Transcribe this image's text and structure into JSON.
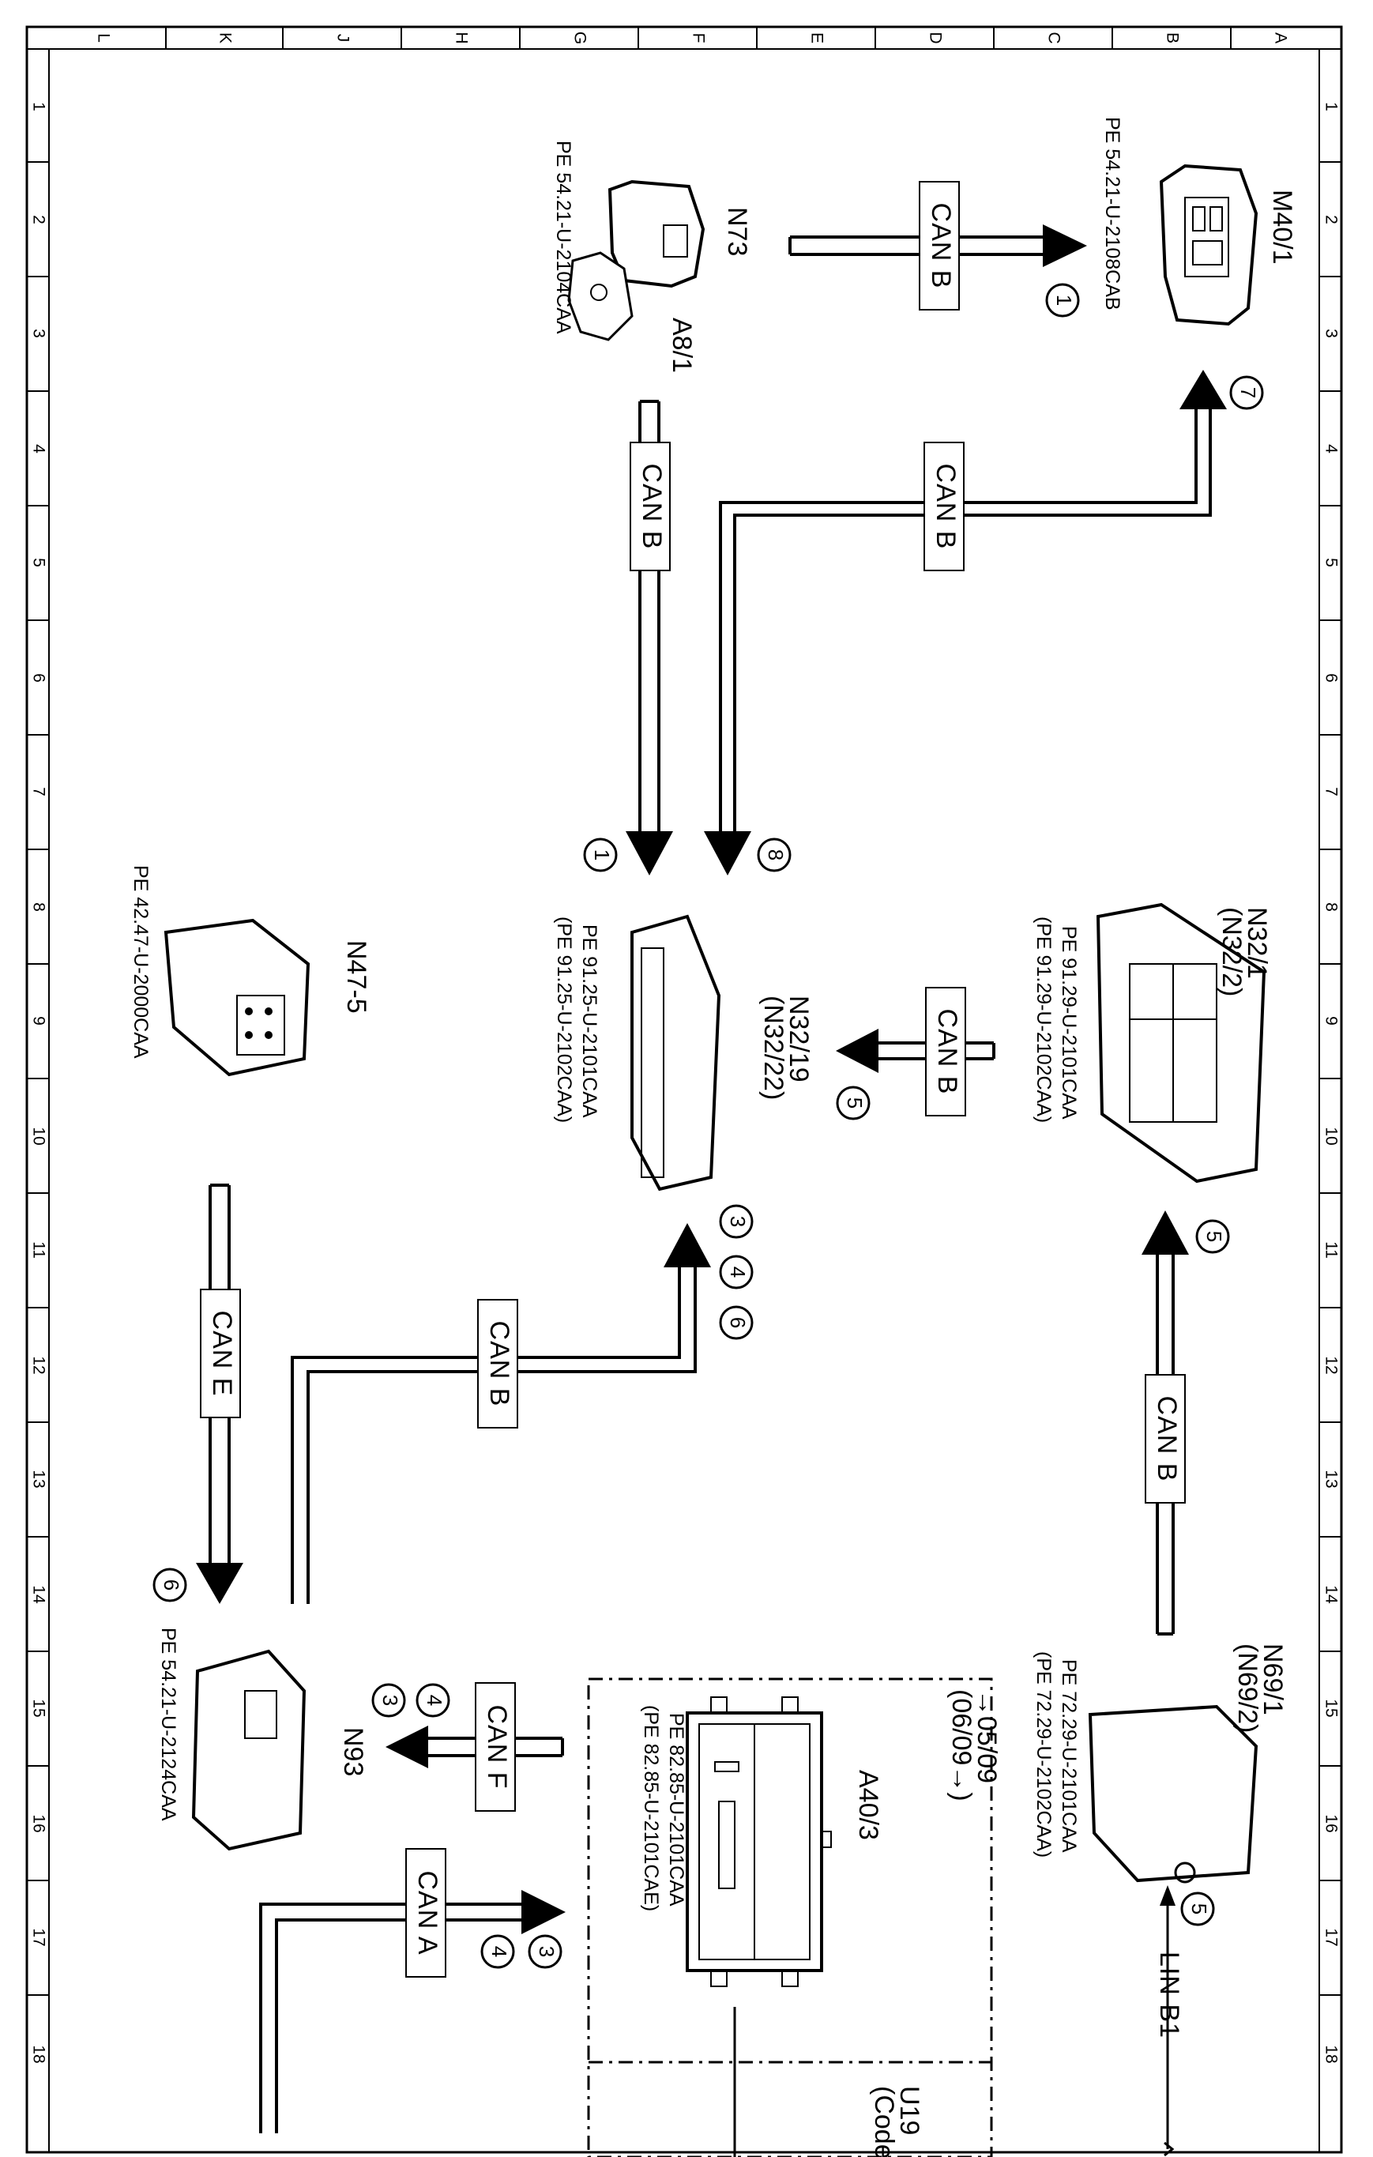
{
  "frame": {
    "letters": [
      "L",
      "K",
      "J",
      "H",
      "G",
      "F",
      "E",
      "D",
      "C",
      "B",
      "A"
    ],
    "numbers": [
      "1",
      "2",
      "3",
      "4",
      "5",
      "6",
      "7",
      "8",
      "9",
      "10",
      "11",
      "12",
      "13",
      "14",
      "15",
      "16",
      "17",
      "18"
    ]
  },
  "components": {
    "M40_1": {
      "name": "M40/1",
      "ref": "PE 54.21-U-2108CAB"
    },
    "N73": {
      "name": "N73",
      "sub": "A8/1",
      "ref": "PE 54.21-U-2104CAA"
    },
    "N32_1": {
      "name": "N32/1",
      "alt": "(N32/2)",
      "ref1": "PE 91.29-U-2101CAA",
      "ref2": "(PE 91.29-U-2102CAA)"
    },
    "N32_19": {
      "name": "N32/19",
      "alt": "(N32/22)",
      "ref1": "PE 91.25-U-2101CAA",
      "ref2": "(PE 91.25-U-2102CAA)"
    },
    "N47_5": {
      "name": "N47-5",
      "ref": "PE 42.47-U-2000CAA"
    },
    "N69_1": {
      "name": "N69/1",
      "alt": "(N69/2)",
      "ref1": "PE 72.29-U-2101CAA",
      "ref2": "(PE 72.29-U-2102CAA)"
    },
    "A40_3": {
      "name": "A40/3",
      "ref1": "PE 82.85-U-2101CAA",
      "ref2": "(PE 82.85-U-2101CAE)",
      "note1": "→05/09",
      "note2": "(06/09→)"
    },
    "N93": {
      "name": "N93",
      "ref": "PE 54.21-U-2124CAA"
    },
    "U19": {
      "name": "U19",
      "note": "(Code"
    }
  },
  "buses": {
    "b1": "CAN B",
    "b2": "CAN B",
    "b3": "CAN B",
    "b4": "CAN B",
    "b5": "CAN B",
    "b6": "CAN B",
    "e": "CAN E",
    "f": "CAN F",
    "a": "CAN A",
    "lin": "LIN B1"
  },
  "callouts": {
    "c1": "1",
    "c7": "7",
    "c1b": "1",
    "c8": "8",
    "c5a": "5",
    "c5b": "5",
    "c3": "3",
    "c4": "4",
    "c6": "6",
    "c6b": "6",
    "c4b": "4",
    "c3b": "3",
    "c4c": "4",
    "c3c": "3",
    "c5c": "5"
  }
}
